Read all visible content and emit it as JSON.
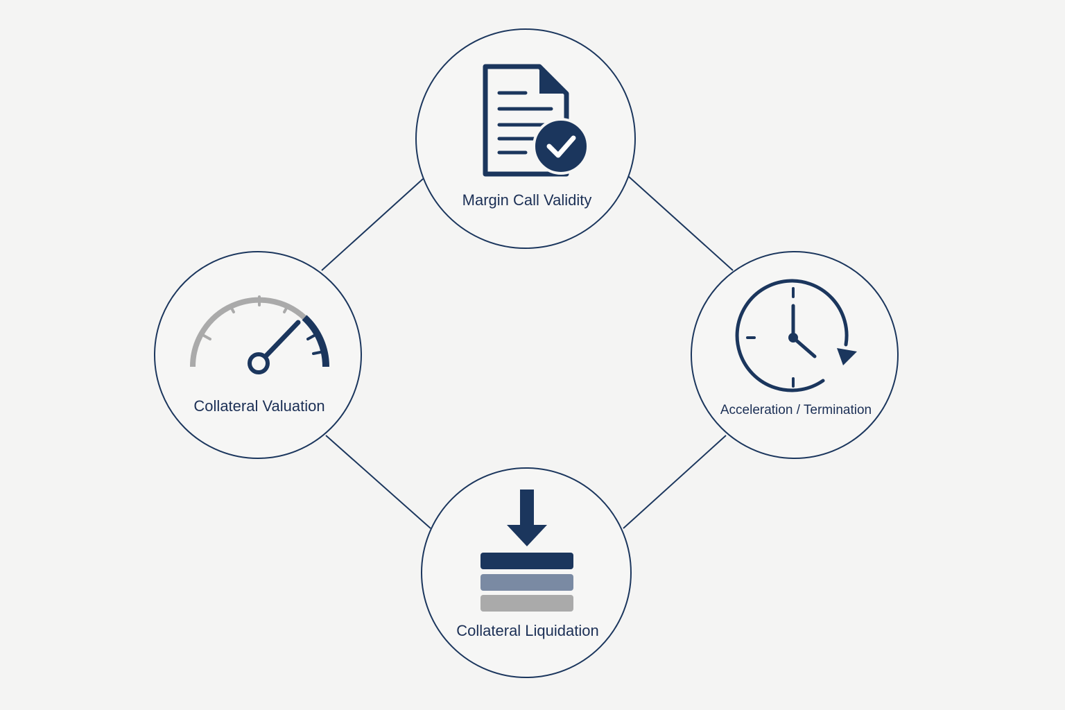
{
  "colors": {
    "background": "#f4f4f3",
    "primary": "#1b365d",
    "text": "#1b2f55",
    "gray": "#aaaaaa",
    "slate": "#7a8aa3",
    "circle_fill": "#f6f6f5"
  },
  "diagram": {
    "nodes": [
      {
        "id": "margin-call-validity",
        "label": "Margin Call Validity",
        "icon": "document-check-icon"
      },
      {
        "id": "collateral-valuation",
        "label": "Collateral Valuation",
        "icon": "gauge-icon"
      },
      {
        "id": "acceleration-termination",
        "label": "Acceleration / Termination",
        "icon": "clock-icon"
      },
      {
        "id": "collateral-liquidation",
        "label": "Collateral Liquidation",
        "icon": "stack-download-icon"
      }
    ],
    "edges": [
      {
        "from": "margin-call-validity",
        "to": "collateral-valuation"
      },
      {
        "from": "margin-call-validity",
        "to": "acceleration-termination"
      },
      {
        "from": "collateral-valuation",
        "to": "collateral-liquidation"
      },
      {
        "from": "acceleration-termination",
        "to": "collateral-liquidation"
      }
    ]
  }
}
